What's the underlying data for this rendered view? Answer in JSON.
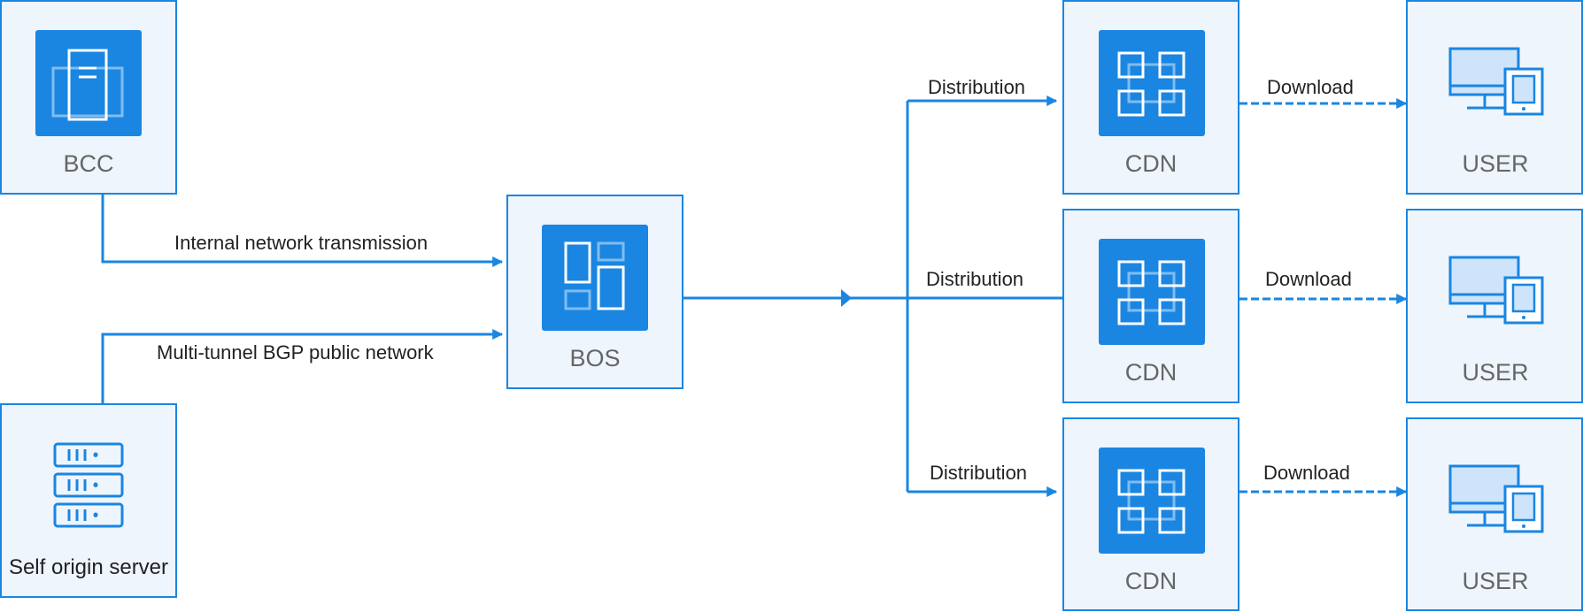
{
  "colors": {
    "accent": "#1a86e2",
    "box_fill": "#eef5fc",
    "box_stroke": "#1a86e2",
    "icon_tile": "#1a86e2",
    "label_gray": "#666666",
    "text_dark": "#222222"
  },
  "nodes": {
    "bcc": {
      "label": "BCC",
      "icon": "server-tower-icon"
    },
    "self_origin": {
      "label": "Self origin server",
      "icon": "server-rack-icon"
    },
    "bos": {
      "label": "BOS",
      "icon": "storage-blocks-icon"
    },
    "cdn": [
      {
        "label": "CDN",
        "icon": "cdn-grid-icon"
      },
      {
        "label": "CDN",
        "icon": "cdn-grid-icon"
      },
      {
        "label": "CDN",
        "icon": "cdn-grid-icon"
      }
    ],
    "user": [
      {
        "label": "USER",
        "icon": "monitor-tablet-icon"
      },
      {
        "label": "USER",
        "icon": "monitor-tablet-icon"
      },
      {
        "label": "USER",
        "icon": "monitor-tablet-icon"
      }
    ]
  },
  "edges": {
    "internal": "Internal network transmission",
    "bgp": "Multi-tunnel BGP public network",
    "distribution": [
      "Distribution",
      "Distribution",
      "Distribution"
    ],
    "download": [
      "Download",
      "Download",
      "Download"
    ]
  }
}
